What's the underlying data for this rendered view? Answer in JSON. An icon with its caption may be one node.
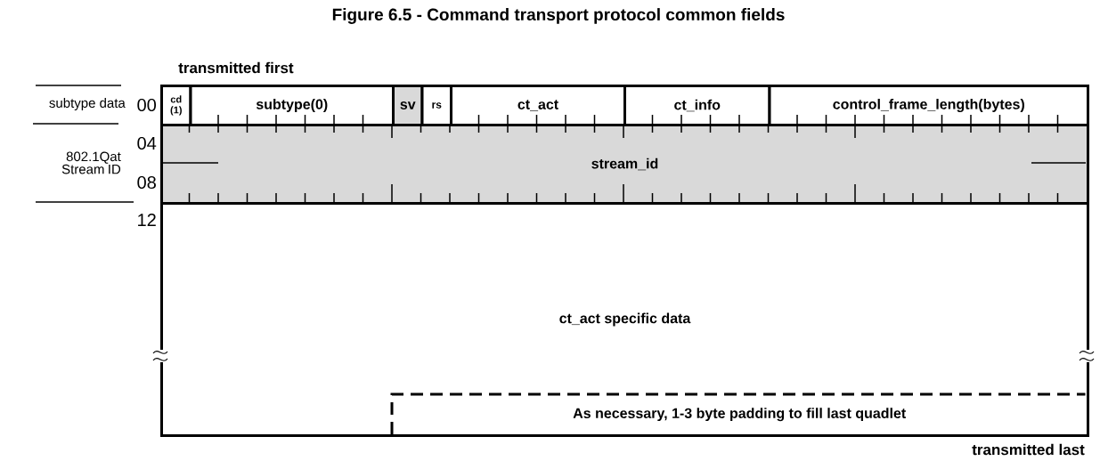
{
  "diagram": {
    "title": "Figure 6.5 - Command transport protocol common fields",
    "nodes": [
      {
        "text": [
          "cd (1)"
        ]
      },
      {
        "text": [
          "subtype(0)"
        ]
      },
      {
        "text": [
          "sv"
        ]
      },
      {
        "text": [
          "rs"
        ]
      },
      {
        "text": [
          "ct_act"
        ]
      },
      {
        "text": [
          "ct_info"
        ]
      },
      {
        "text": [
          "control_frame_length(bytes)"
        ]
      },
      {
        "text": [
          "stream_id"
        ]
      },
      {
        "text": [
          "ct_act specific data"
        ]
      },
      {
        "text": [
          "As necessary, 1-3 byte padding to fill last quadlet"
        ],
        "in": 8
      }
    ],
    "labels": [
      "transmitted first",
      "subtype data",
      "00",
      "802.1Qat Stream ID",
      "04",
      "08",
      "12",
      "transmitted last"
    ]
  }
}
